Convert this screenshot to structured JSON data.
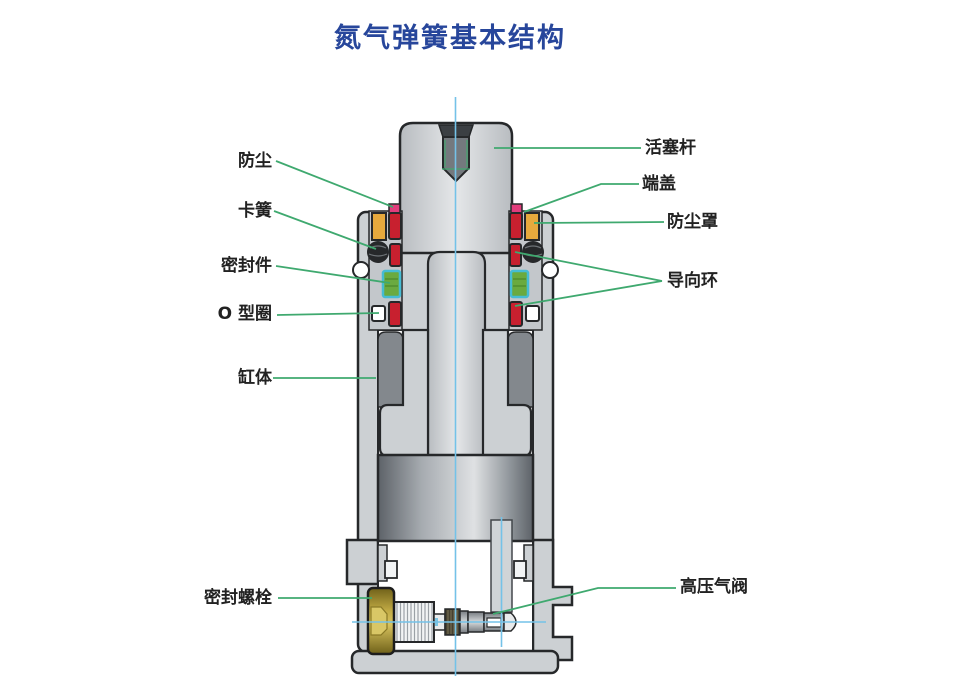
{
  "title": "氮气弹簧基本结构",
  "labels": {
    "dust_seal": "防尘",
    "circlip": "卡簧",
    "seal": "密封件",
    "o_ring": "O 型圈",
    "cylinder_body": "缸体",
    "seal_bolt": "密封螺栓",
    "piston_rod": "活塞杆",
    "end_cap": "端盖",
    "dust_cover": "防尘罩",
    "guide_ring": "导向环",
    "hp_gas_valve": "高压气阀"
  },
  "colors": {
    "title_color": "#27469b",
    "label_color": "#222222",
    "leader_line": "#3fa96f",
    "centerline": "#74c2e8",
    "outline": "#26282a",
    "body_gray": "#ccd0d3",
    "recess_gray": "#c3c7cb",
    "slot_gray": "#83888d",
    "seal_red": "#c8202f",
    "seal_yellow": "#e6a93d",
    "seal_pink": "#e13d7c",
    "seal_green": "#6aaa3f",
    "seal_green_border": "#45bcd4",
    "ball_black": "#26282a",
    "white_part": "#f2f4f5"
  }
}
